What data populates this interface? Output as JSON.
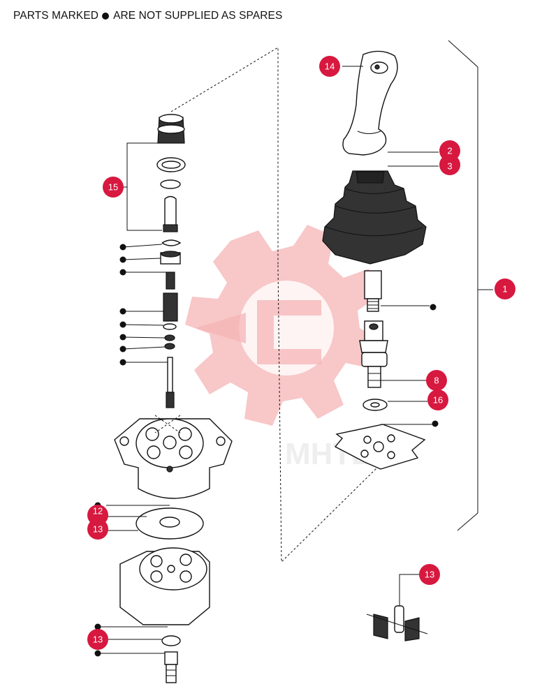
{
  "header": {
    "text_before": "PARTS MARKED",
    "text_after": "ARE NOT SUPPLIED AS SPARES"
  },
  "watermark": {
    "text": "MHTEX"
  },
  "callouts": [
    {
      "id": "c14",
      "label": "14"
    },
    {
      "id": "c2",
      "label": "2"
    },
    {
      "id": "c3",
      "label": "3"
    },
    {
      "id": "c1",
      "label": "1"
    },
    {
      "id": "c8",
      "label": "8"
    },
    {
      "id": "c16",
      "label": "16"
    },
    {
      "id": "c15",
      "label": "15"
    },
    {
      "id": "c12",
      "label": "12"
    },
    {
      "id": "c13a",
      "label": "13"
    },
    {
      "id": "c13b",
      "label": "13"
    },
    {
      "id": "c13c",
      "label": "13"
    }
  ],
  "colors": {
    "callout": "#d7183f",
    "watermark": "#f6b4b6",
    "line": "#111111"
  }
}
